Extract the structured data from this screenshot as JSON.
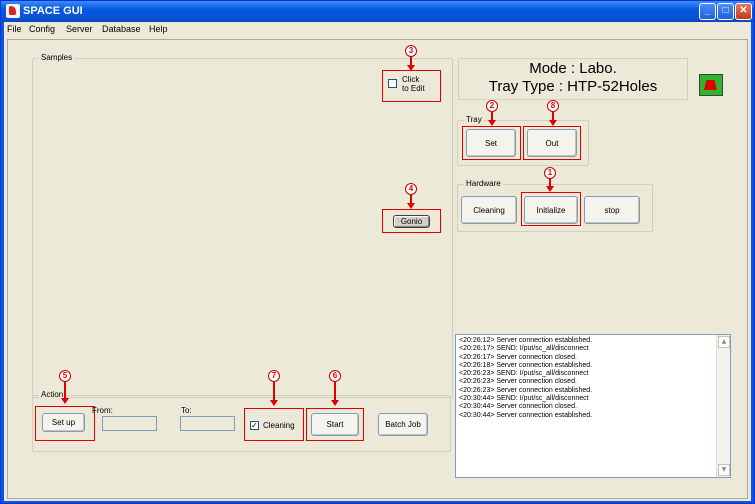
{
  "window": {
    "title": "SPACE GUI"
  },
  "menu": {
    "items": [
      "File",
      "Config",
      "Server",
      "Database",
      "Help"
    ]
  },
  "samples": {
    "group_label": "Samples",
    "click_to_edit_line1": "Click",
    "click_to_edit_line2": "to Edit",
    "gonio_label": "Gonio"
  },
  "action": {
    "group_label": "Action",
    "setup_label": "Set up",
    "from_label": "From:",
    "to_label": "To:",
    "cleaning_label": "Cleaning",
    "cleaning_checked": true,
    "start_label": "Start",
    "batch_label": "Batch Job"
  },
  "status": {
    "mode_line": "Mode : Labo.",
    "tray_type_line": "Tray Type : HTP-52Holes"
  },
  "tray": {
    "group_label": "Tray",
    "set_label": "Set",
    "out_label": "Out"
  },
  "hardware": {
    "group_label": "Hardware",
    "cleaning_label": "Cleaning",
    "initialize_label": "Initialize",
    "stop_label": "stop"
  },
  "log": {
    "lines": [
      "<20:26:12>  Server connection established.",
      "<20:26:17>  SEND:  I/put/sc_all/disconnect",
      "<20:26:17>  Server connection closed.",
      "<20:26:18>  Server connection established.",
      "<20:26:23>  SEND:  I/put/sc_all/disconnect",
      "<20:26:23>  Server connection closed.",
      "<20:26:23>  Server connection established.",
      "<20:30:44>  SEND:  I/put/sc_all/disconnect",
      "<20:30:44>  Server connection closed.",
      "<20:30:44>  Server connection established."
    ]
  },
  "annotations": {
    "m1": "1",
    "m2": "2",
    "m3": "3",
    "m4": "4",
    "m5": "5",
    "m6": "6",
    "m7": "7",
    "m8": "8"
  },
  "colors": {
    "title_bar": "#0a55e0",
    "annotation": "#e00000",
    "tray_icon_bg": "#2db52d"
  }
}
